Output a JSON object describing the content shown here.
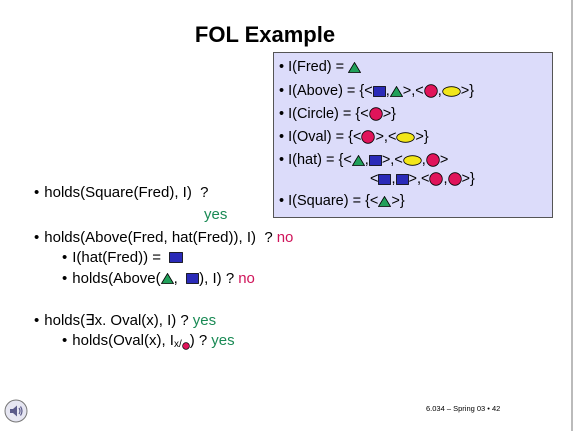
{
  "slide": {
    "title": "FOL Example",
    "interpretation": {
      "fred": "• I(Fred) = ",
      "above_a": "• I(Above) = {<",
      "above_b": ",",
      "above_c": ">,<",
      "above_d": ",",
      "above_e": ">}",
      "circle_a": "• I(Circle) = {<",
      "circle_b": ">}",
      "oval_a": "• I(Oval) = {<",
      "oval_b": ">,<",
      "oval_c": ">}",
      "hat1_a": "• I(hat) = {<",
      "hat1_b": ",",
      "hat1_c": ">,<",
      "hat1_d": ",",
      "hat1_e": ">",
      "hat2_a": "<",
      "hat2_b": ",",
      "hat2_c": ">,<",
      "hat2_d": ",",
      "hat2_e": ">}",
      "square_a": "• I(Square) = {<",
      "square_b": ">}"
    },
    "q1": {
      "text": "holds(Square(Fred), I)  ?",
      "answer": "yes"
    },
    "q2": {
      "text": "holds(Above(Fred, hat(Fred)), I)  ?",
      "answer": "no",
      "sub1": "I(hat(Fred)) = ",
      "sub2_a": "holds(Above(",
      "sub2_b": ",  ",
      "sub2_c": "), I) ?",
      "sub2_answer": "no"
    },
    "q3": {
      "text": "holds(∃x. Oval(x), I) ?",
      "answer": "yes",
      "sub1_a": "holds(Oval(x), I",
      "sub1_x": "x/",
      "sub1_b": ") ?",
      "sub1_answer": "yes"
    },
    "footer": "6.034 – Spring 03 • 42",
    "colors": {
      "box_bg": "#dcdcfa",
      "triangle": "#21a05a",
      "square": "#2a2ab8",
      "circle": "#e0145a",
      "oval": "#f2e61a",
      "yes": "#1a8a55",
      "no": "#d0145a"
    },
    "icons": [
      "triangle-icon",
      "square-icon",
      "circle-icon",
      "oval-icon",
      "speaker-icon",
      "bullet-icon"
    ]
  }
}
